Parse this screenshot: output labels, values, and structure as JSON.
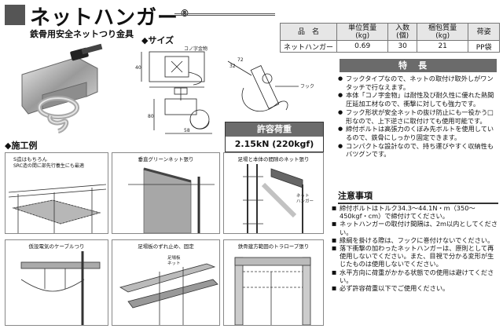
{
  "header": {
    "title": "ネットハンガー",
    "registered": "®",
    "subtitle": "鉄骨用安全ネットつり金具"
  },
  "spec_table": {
    "headers": [
      "品　名",
      "単位質量\n(kg)",
      "入数\n(個)",
      "梱包質量\n(kg)",
      "荷姿"
    ],
    "row": [
      "ネットハンガー",
      "0.69",
      "30",
      "21",
      "PP袋"
    ]
  },
  "size": {
    "heading": "◆サイズ",
    "labels": {
      "channel": "コノ字金物",
      "hook": "フック",
      "d32": "32",
      "d72": "72",
      "w58": "58",
      "h40": "40",
      "h80": "80"
    }
  },
  "load": {
    "label": "許容荷重",
    "value": "2.15kN (220kgf)"
  },
  "example": {
    "heading": "◆施工例",
    "panels": [
      {
        "caption": "S造はもちろん",
        "caption2": "SRC造の間に部先行養生にも最適"
      },
      {
        "caption": "垂直グリーンネット張り"
      },
      {
        "caption": "足場と本体の間隙のネット張り",
        "label_a": "ネット",
        "label_b": "ハンガー"
      },
      {
        "caption": "仮設電気のケーブルつり"
      },
      {
        "caption": "足場板のずれ止め、固定",
        "label_a": "足場板",
        "label_b": "ネット"
      },
      {
        "caption": "鉄骨建方範囲のトラロープ張り"
      }
    ]
  },
  "features": {
    "heading": "特長",
    "items": [
      "フックタイプなので、ネットの取付け取外しがワンタッチで行なえます。",
      "本体「コノ字金物」は耐性及び耐久性に優れた熱間圧延加工材なので、衝撃に対しても強力です。",
      "フック形状が安全ネットの抜け防止にも一役かう□形なので、上下逆さに取付けても使用可能です。",
      "締付ボルトは高張力のくぼみ先ボルトを使用しているので、鉄骨にしっかり固定できます。",
      "コンパクトな設計なので、持ち運びやすく収納性もバツグンです。"
    ]
  },
  "cautions": {
    "heading": "注意事項",
    "items": [
      "締付ボルトはトルク34.3～44.1N・m（350～450kgf・cm）で締付けてください。",
      "ネットハンガーの取付け間隔は、2m以内としてください。",
      "縁綱を掛ける際は、フックに巻付けないでください。",
      "落下衝撃の加わったネットハンガーは、原則として再使用しないでください。また、目視で分かる変形が生じたものは使用しないでください。",
      "水平方向に荷重がかかる状態での使用は避けてください。",
      "必ず許容荷重以下でご使用ください。"
    ]
  },
  "colors": {
    "banner": "#6b6b6b",
    "accent": "#555555"
  }
}
